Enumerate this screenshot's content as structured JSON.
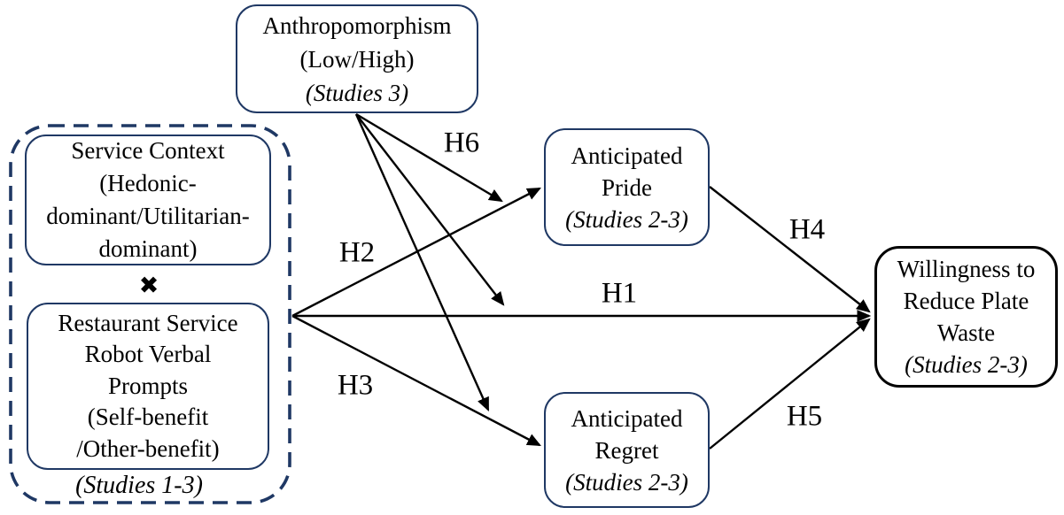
{
  "diagram": {
    "boxes": {
      "anthropomorphism": {
        "lines": [
          "Anthropomorphism",
          "(Low/High)"
        ],
        "note": "(Studies 3)"
      },
      "service_context": {
        "lines": [
          "Service Context",
          "(Hedonic-",
          "dominant/Utilitarian-",
          "dominant)"
        ]
      },
      "robot_prompts": {
        "lines": [
          "Restaurant Service",
          "Robot Verbal",
          "Prompts",
          "(Self-benefit",
          "/Other-benefit)"
        ]
      },
      "anticipated_pride": {
        "lines": [
          "Anticipated",
          "Pride"
        ],
        "note": "(Studies 2-3)"
      },
      "anticipated_regret": {
        "lines": [
          "Anticipated",
          "Regret"
        ],
        "note": "(Studies 2-3)"
      },
      "willingness": {
        "lines": [
          "Willingness to",
          "Reduce Plate",
          "Waste"
        ],
        "note": "(Studies 2-3)"
      }
    },
    "interaction_symbol": "✖",
    "moderator_group_note": "(Studies 1-3)",
    "path_labels": {
      "h1": "H1",
      "h2": "H2",
      "h3": "H3",
      "h4": "H4",
      "h5": "H5",
      "h6": "H6"
    },
    "colors": {
      "box_border_navy": "#1f3864",
      "willingness_border": "#000000",
      "arrow": "#000000",
      "text": "#000000",
      "background": "#ffffff"
    }
  }
}
